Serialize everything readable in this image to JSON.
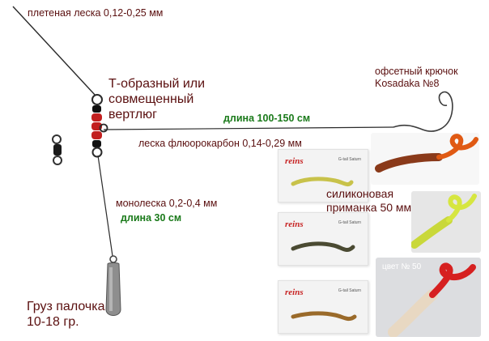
{
  "labels": {
    "main_line": "плетеная леска 0,12-0,25 мм",
    "swivel_1": "Т-образный или",
    "swivel_2": "совмещенный",
    "swivel_3": "вертлюг",
    "hook_1": "офсетный крючок",
    "hook_2": "Kosadaka №8",
    "leader_length": "длина 100-150 см",
    "leader_line": "леска флюорокарбон 0,14-0,29 мм",
    "mono_line": "монолеска 0,2-0,4 мм",
    "drop_length": "длина 30 см",
    "lure_1": "силиконовая",
    "lure_2": "приманка 50 мм",
    "sinker_1": "Груз палочка",
    "sinker_2": "10-18 гр.",
    "color_no": "цвет № 50"
  },
  "cards": [
    {
      "brand": "reins",
      "sub": "G-tail Saturn"
    },
    {
      "brand": "reins",
      "sub": "G-tail Saturn"
    },
    {
      "brand": "reins",
      "sub": "G-tail Saturn"
    }
  ],
  "colors": {
    "label_text": "#5a0f0f",
    "length_text": "#1a7a1a",
    "line": "#2a2a2a",
    "swivel_bead_red": "#c21f1f",
    "brand": "#c72424"
  }
}
